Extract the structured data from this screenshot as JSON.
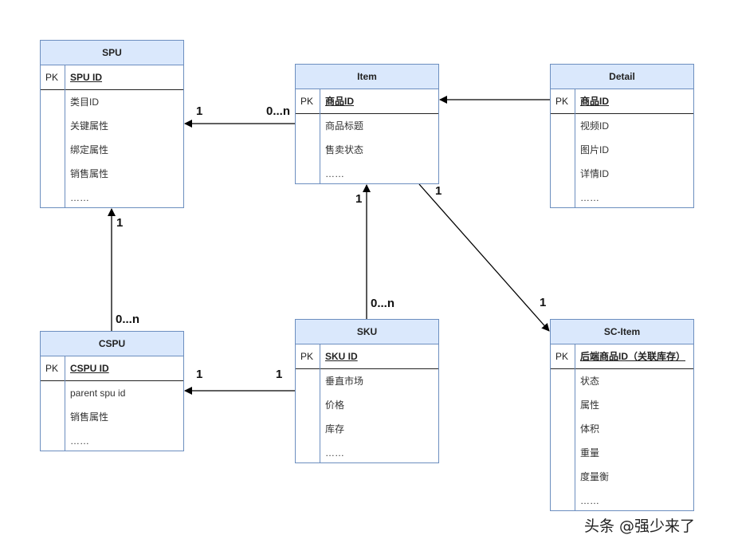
{
  "pk_label": "PK",
  "entities": {
    "spu": {
      "title": "SPU",
      "pk": "SPU ID",
      "attrs": [
        "类目ID",
        "关键属性",
        "绑定属性",
        "销售属性",
        "……"
      ]
    },
    "item": {
      "title": "Item",
      "pk": "商品ID",
      "attrs": [
        "商品标题",
        "售卖状态",
        "……"
      ]
    },
    "detail": {
      "title": "Detail",
      "pk": "商品ID",
      "attrs": [
        "视频ID",
        "图片ID",
        "详情ID",
        "……"
      ]
    },
    "cspu": {
      "title": "CSPU",
      "pk": "CSPU ID",
      "attrs": [
        "parent spu id",
        "销售属性",
        "……"
      ]
    },
    "sku": {
      "title": "SKU",
      "pk": "SKU ID",
      "attrs": [
        "垂直市场",
        "价格",
        "库存",
        "……"
      ]
    },
    "scitem": {
      "title": "SC-Item",
      "pk": "后端商品ID（关联库存）",
      "attrs": [
        "状态",
        "属性",
        "体积",
        "重量",
        "度量衡",
        "……"
      ]
    }
  },
  "multiplicities": {
    "item_spu_one": "1",
    "item_spu_many": "0...n",
    "cspu_spu_one": "1",
    "cspu_spu_many": "0...n",
    "sku_item_one": "1",
    "sku_item_many": "0...n",
    "sku_cspu_left": "1",
    "sku_cspu_right": "1",
    "item_sc_top": "1",
    "item_sc_bottom": "1"
  },
  "watermark": "头条 @强少来了",
  "colors": {
    "header_fill": "#dae8fc",
    "border": "#6c8ebf",
    "line": "#000000"
  }
}
